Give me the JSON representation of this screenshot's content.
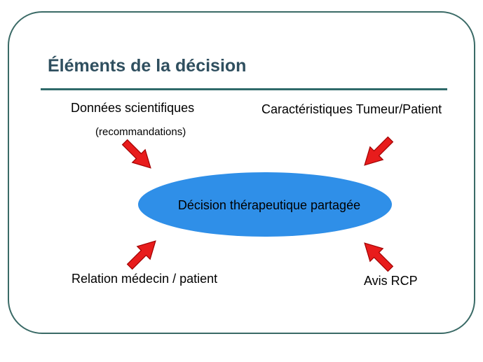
{
  "slide": {
    "title": "Éléments de la décision"
  },
  "diagram": {
    "center_label": "Décision thérapeutique partagée",
    "inputs": {
      "top_left": {
        "label": "Données scientifiques",
        "sublabel": "(recommandations)"
      },
      "top_right": {
        "label": "Caractéristiques Tumeur/Patient"
      },
      "bottom_left": {
        "label": "Relation médecin / patient"
      },
      "bottom_right": {
        "label": "Avis RCP"
      }
    }
  },
  "colors": {
    "ellipse_fill": "#2f8fe8",
    "arrow_fill": "#e81c1c",
    "arrow_stroke": "#a00000",
    "title": "#2f4f5f",
    "rule": "#2f6a6a",
    "frame": "#3a6a66"
  }
}
